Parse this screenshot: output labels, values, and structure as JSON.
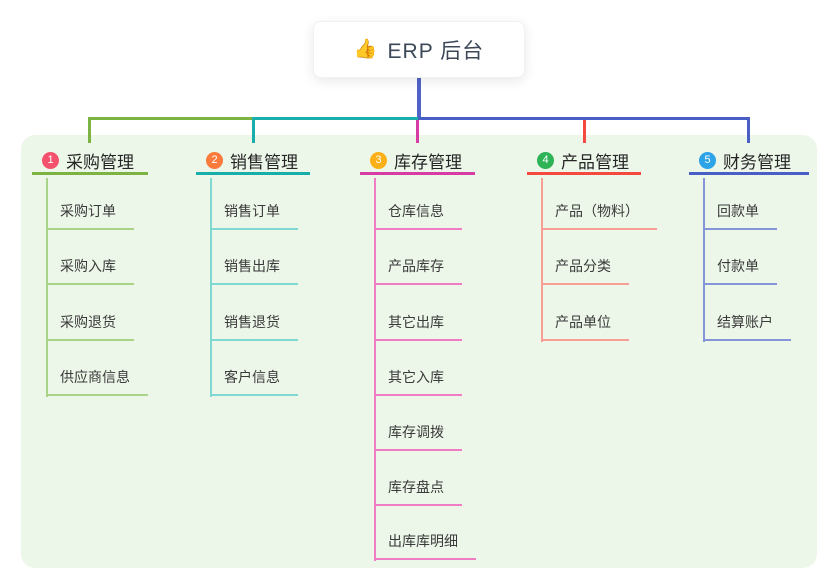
{
  "root": {
    "icon": "👍",
    "label": "ERP 后台"
  },
  "palette": {
    "canvas_bg": "#ffffff",
    "panel_bg": "#EDF7E9",
    "stem_color": "#5064C8",
    "root_text": "#3C4858"
  },
  "branches": [
    {
      "num": "1",
      "label": "采购管理",
      "badge_color": "#F4516C",
      "line_color": "#7CB342",
      "child_line_color": "#A9D487",
      "children": [
        "采购订单",
        "采购入库",
        "采购退货",
        "供应商信息"
      ]
    },
    {
      "num": "2",
      "label": "销售管理",
      "badge_color": "#FB7B3C",
      "line_color": "#19AEA9",
      "child_line_color": "#7FD8D2",
      "children": [
        "销售订单",
        "销售出库",
        "销售退货",
        "客户信息"
      ]
    },
    {
      "num": "3",
      "label": "库存管理",
      "badge_color": "#FBB017",
      "line_color": "#D63CA4",
      "child_line_color": "#F07CC4",
      "children": [
        "仓库信息",
        "产品库存",
        "其它出库",
        "其它入库",
        "库存调拨",
        "库存盘点",
        "出库库明细"
      ]
    },
    {
      "num": "4",
      "label": "产品管理",
      "badge_color": "#2EB356",
      "line_color": "#F4493E",
      "child_line_color": "#F79E95",
      "children": [
        "产品（物料）",
        "产品分类",
        "产品单位"
      ]
    },
    {
      "num": "5",
      "label": "财务管理",
      "badge_color": "#2DA3E8",
      "line_color": "#4A5FC5",
      "child_line_color": "#8495D8",
      "children": [
        "回款单",
        "付款单",
        "结算账户"
      ]
    }
  ]
}
